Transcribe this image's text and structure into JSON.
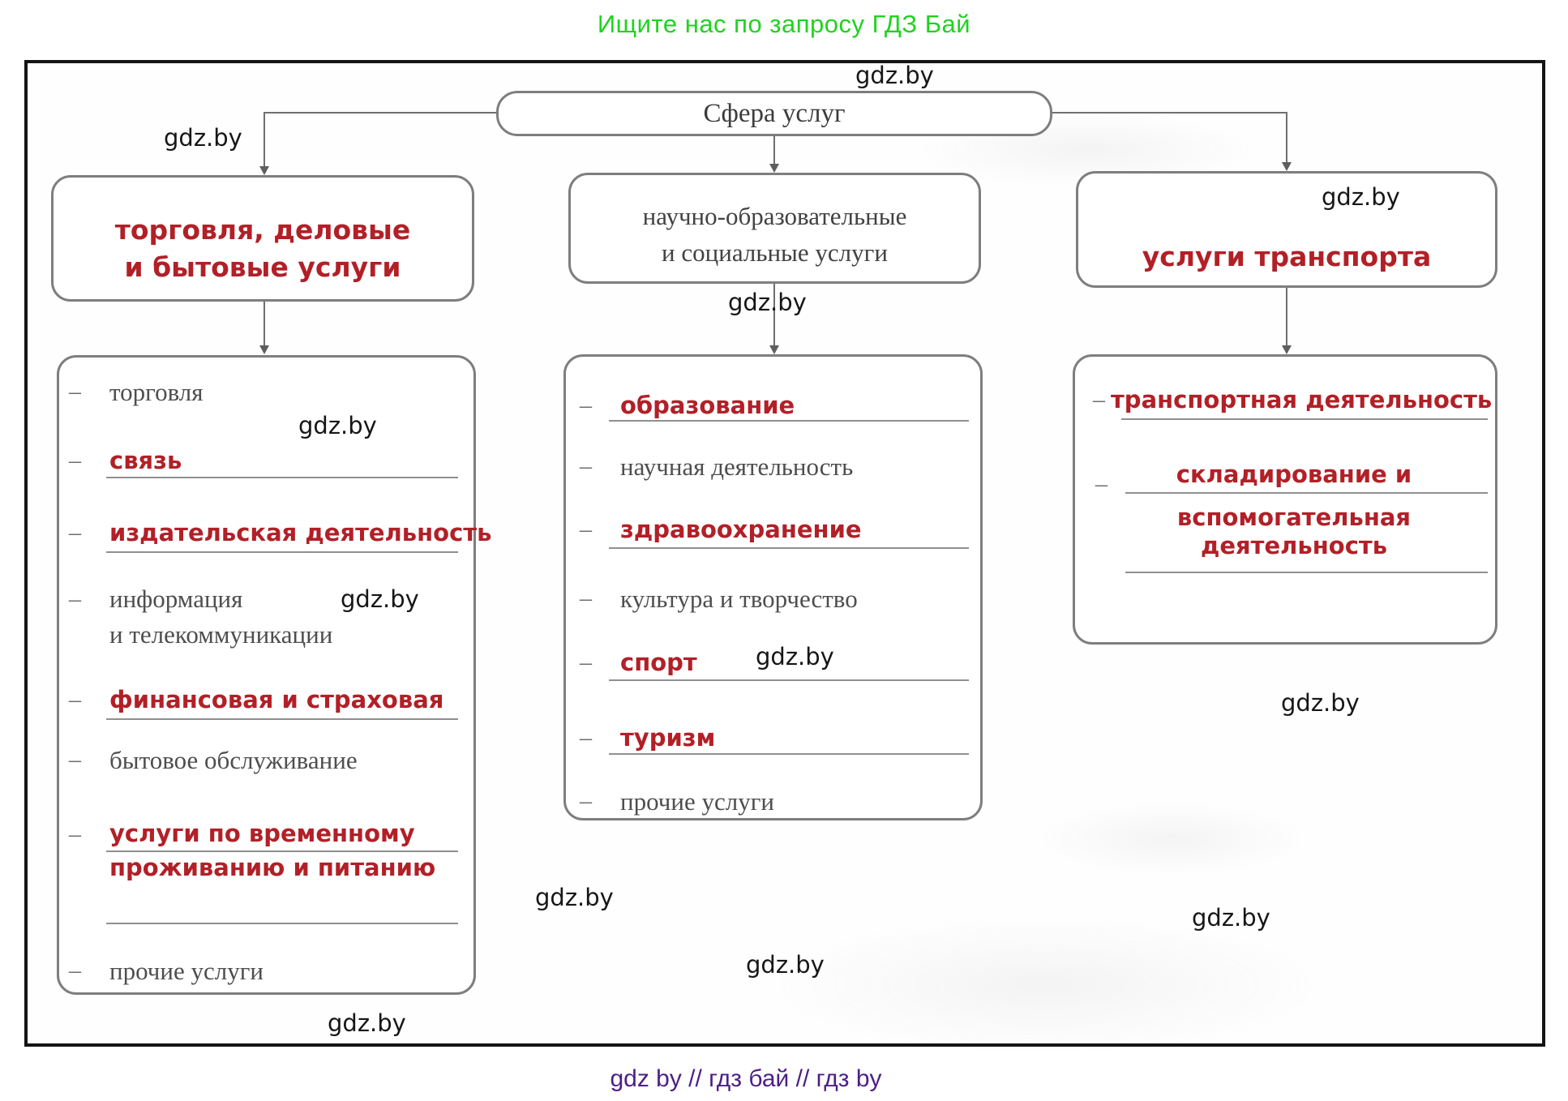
{
  "promo": {
    "text": "Ищите нас по запросу ГДЗ Бай"
  },
  "watermark": {
    "text": "gdz.by"
  },
  "bullet": "–",
  "root": {
    "label": "Сфера услуг"
  },
  "columns": {
    "trade": {
      "heading": {
        "line1": "торговля, деловые",
        "line2": "и бытовые услуги"
      },
      "items": {
        "i1": "торговля",
        "i2": "связь",
        "i3": "издательская деятельность",
        "i4a": "информация",
        "i4b": "и телекоммуникации",
        "i5": "финансовая и страховая",
        "i6": "бытовое обслуживание",
        "i7a": "услуги по временному",
        "i7b": "проживанию и питанию",
        "i8": "прочие услуги"
      }
    },
    "science": {
      "heading": {
        "line1": "научно-образовательные",
        "line2": "и социальные услуги"
      },
      "items": {
        "i1": "образование",
        "i2": "научная деятельность",
        "i3": "здравоохранение",
        "i4": "культура и творчество",
        "i5": "спорт",
        "i6": "туризм",
        "i7": "прочие услуги"
      }
    },
    "transport": {
      "heading": {
        "line1": "услуги транспорта"
      },
      "items": {
        "i1": "транспортная деятельность",
        "i2a": "складирование и",
        "i2b": "вспомогательная",
        "i2c": "деятельность"
      }
    }
  },
  "footer": {
    "text": "gdz by  //  гдз бай  //  гдз by"
  },
  "colors": {
    "accent_red": "#b22027",
    "promo_green": "#1fd31f",
    "footer_purple": "#4d1f86"
  }
}
